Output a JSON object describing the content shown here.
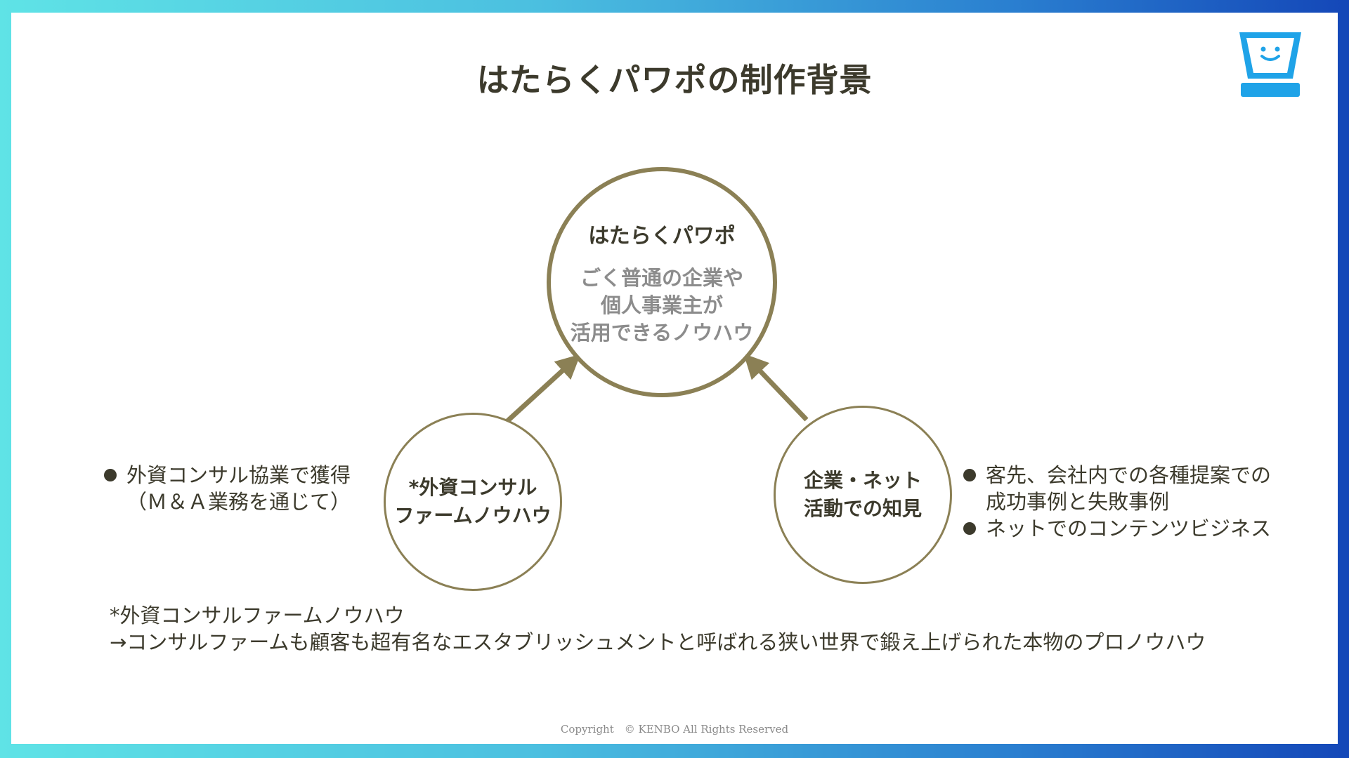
{
  "title": "はたらくパワポの制作背景",
  "colors": {
    "accent": "#8b8055",
    "text": "#3c3a2c",
    "muted": "#8c8c8c",
    "logo": "#1fa3e8"
  },
  "main_node": {
    "title": "はたらくパワポ",
    "lines": [
      "ごく普通の企業や",
      "個人事業主が",
      "活用できるノウハウ"
    ]
  },
  "left_node": {
    "lines": [
      "*外資コンサル",
      "ファームノウハウ"
    ]
  },
  "right_node": {
    "lines": [
      "企業・ネット",
      "活動での知見"
    ]
  },
  "left_bullets": [
    {
      "lines": [
        "外資コンサル協業で獲得",
        "（Ｍ＆Ａ業務を通じて）"
      ]
    }
  ],
  "right_bullets": [
    {
      "lines": [
        "客先、会社内での各種提案での",
        "成功事例と失敗事例"
      ]
    },
    {
      "lines": [
        "ネットでのコンテンツビジネス"
      ]
    }
  ],
  "footnote": {
    "line1": "*外資コンサルファームノウハウ",
    "line2": "→コンサルファームも顧客も超有名なエスタブリッシュメントと呼ばれる狭い世界で鍛え上げられた本物のプロノウハウ"
  },
  "copyright": "Copyright　© KENBO All Rights Reserved",
  "icons": {
    "logo": "laptop-smile-icon",
    "bullet": "bullet-dot-icon"
  }
}
